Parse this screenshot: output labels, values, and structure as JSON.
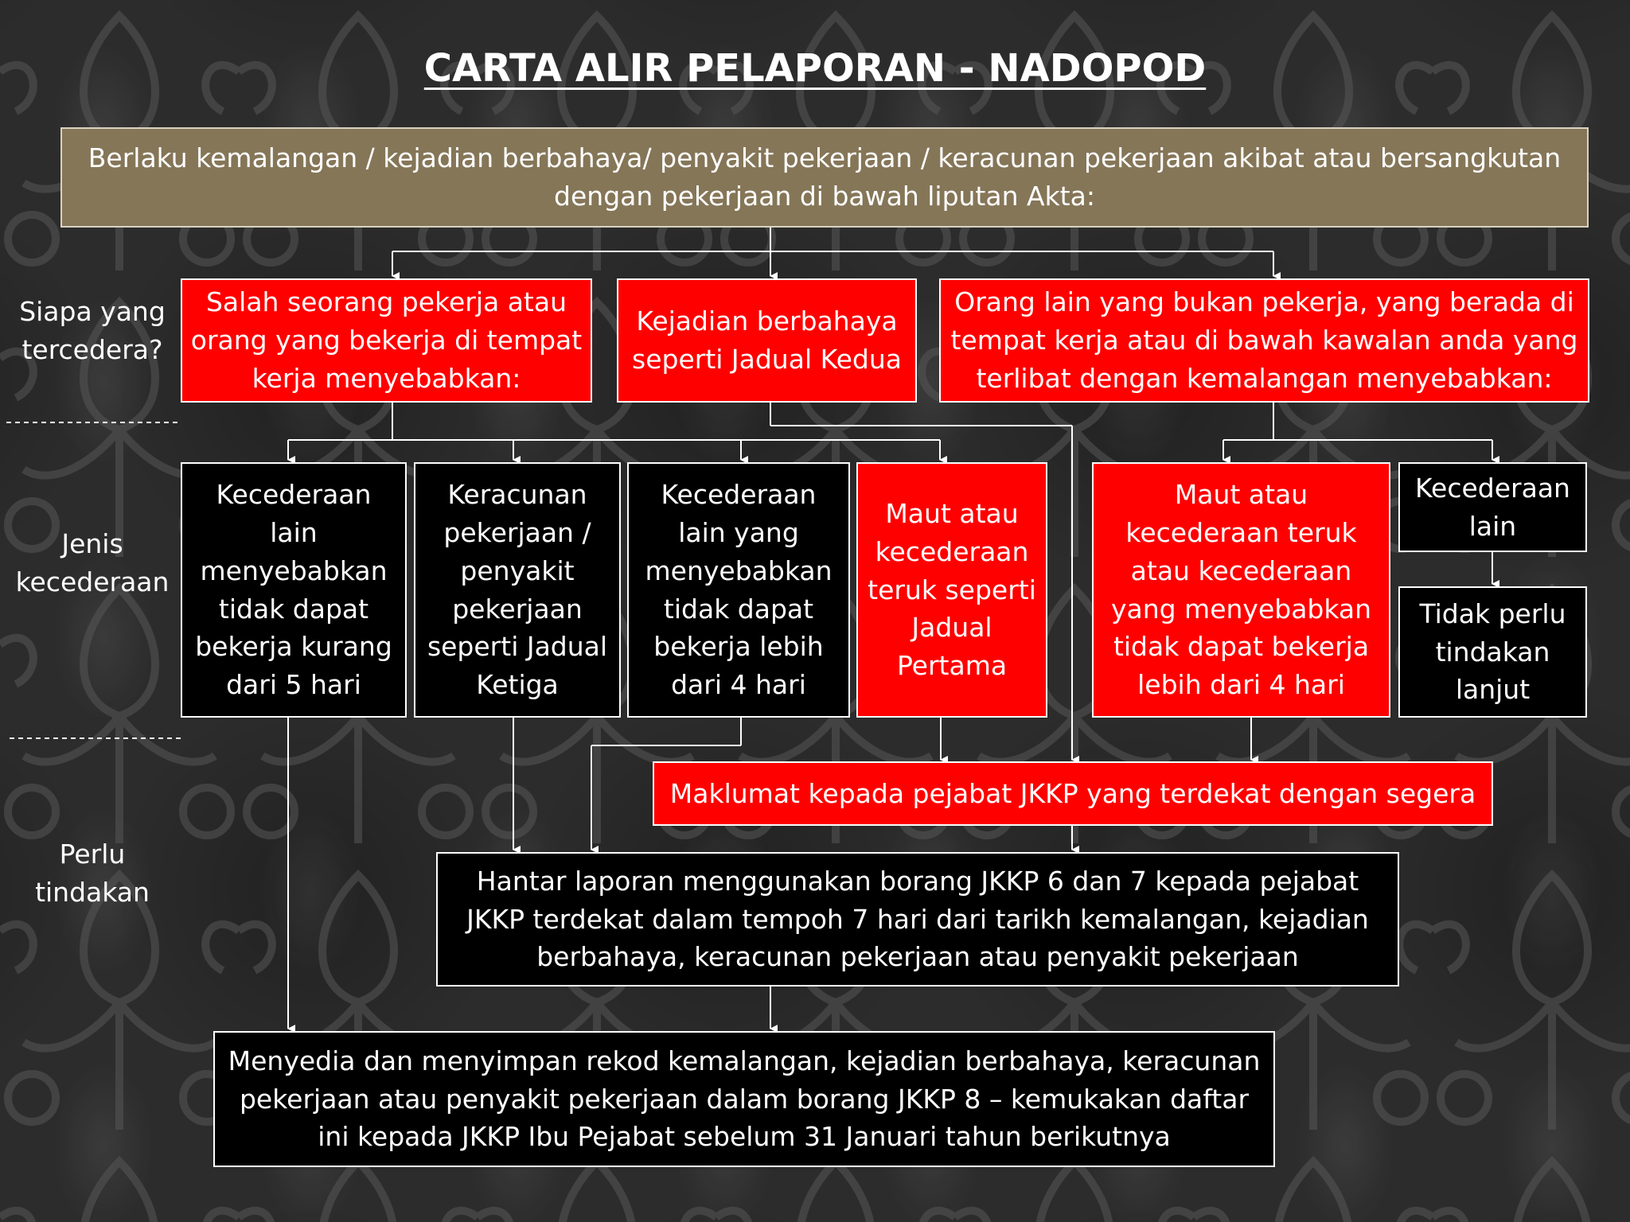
{
  "title": "CARTA ALIR PELAPORAN - NADOPOD",
  "top_box": "Berlaku kemalangan / kejadian berbahaya/ penyakit pekerjaan / keracunan pekerjaan akibat atau bersangkutan dengan pekerjaan di bawah liputan Akta:",
  "row_labels": {
    "injured": "Siapa yang tercedera?",
    "injury_type": "Jenis kecederaan",
    "action": "Perlu tindakan"
  },
  "who": {
    "worker": "Salah seorang pekerja atau orang yang bekerja di tempat kerja menyebabkan:",
    "dangerous": "Kejadian berbahaya seperti Jadual Kedua",
    "others": "Orang lain yang bukan pekerja, yang berada di tempat kerja atau di bawah kawalan anda yang terlibat dengan kemalangan menyebabkan:"
  },
  "injury": {
    "lt5": "Kecederaan lain menyebabkan tidak dapat bekerja kurang dari 5 hari",
    "poisoning": "Keracunan pekerjaan / penyakit pekerjaan seperti Jadual Ketiga",
    "gt4": "Kecederaan lain yang menyebabkan tidak dapat bekerja lebih dari 4 hari",
    "death": "Maut atau kecederaan teruk seperti Jadual Pertama",
    "others_death": "Maut atau kecederaan teruk atau kecederaan yang menyebabkan tidak dapat bekerja lebih dari 4 hari",
    "others_other": "Kecederaan lain",
    "no_action": "Tidak perlu tindakan lanjut"
  },
  "actions": {
    "notify": "Maklumat kepada pejabat JKKP yang terdekat dengan segera",
    "report": "Hantar laporan menggunakan borang JKKP 6 dan 7 kepada pejabat JKKP terdekat dalam tempoh 7 hari dari tarikh kemalangan, kejadian berbahaya, keracunan pekerjaan atau penyakit pekerjaan",
    "record": "Menyedia dan menyimpan rekod kemalangan, kejadian berbahaya, keracunan pekerjaan atau penyakit pekerjaan dalam borang JKKP 8 – kemukakan daftar ini kepada JKKP Ibu Pejabat sebelum 31 Januari tahun berikutnya"
  },
  "colors": {
    "olive": "#857658",
    "red": "#ff0000",
    "black": "#000000",
    "line": "#ffffff"
  }
}
